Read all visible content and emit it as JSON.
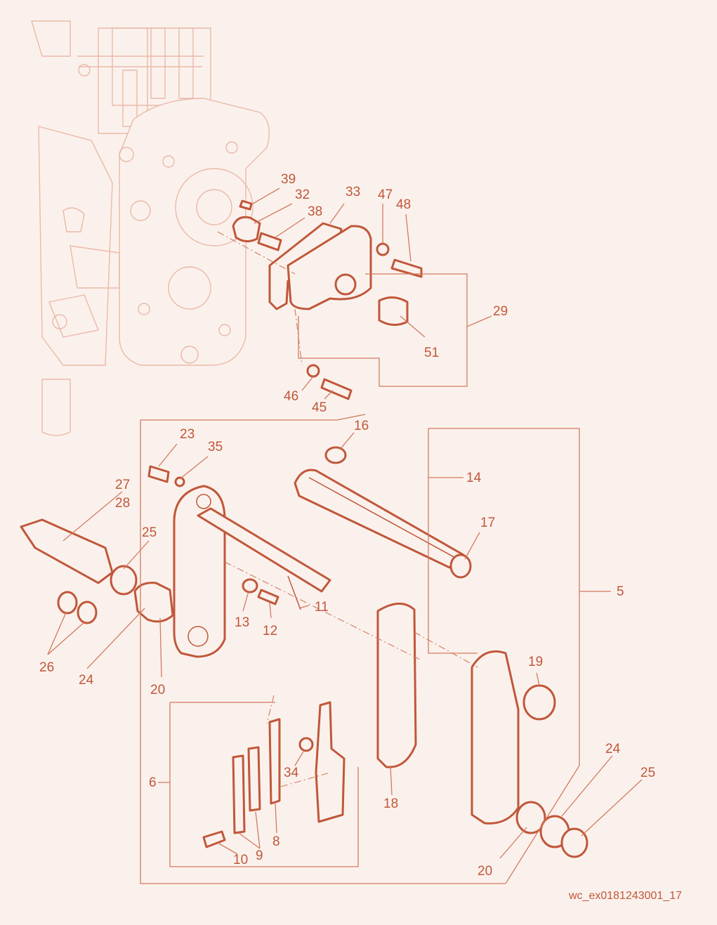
{
  "diagram": {
    "reference_code": "wc_ex0181243001_17",
    "callouts": [
      {
        "id": "c39",
        "text": "39"
      },
      {
        "id": "c32",
        "text": "32"
      },
      {
        "id": "c38",
        "text": "38"
      },
      {
        "id": "c33",
        "text": "33"
      },
      {
        "id": "c47",
        "text": "47"
      },
      {
        "id": "c48",
        "text": "48"
      },
      {
        "id": "c29",
        "text": "29"
      },
      {
        "id": "c51",
        "text": "51"
      },
      {
        "id": "c46",
        "text": "46"
      },
      {
        "id": "c45",
        "text": "45"
      },
      {
        "id": "c23",
        "text": "23"
      },
      {
        "id": "c35",
        "text": "35"
      },
      {
        "id": "c16",
        "text": "16"
      },
      {
        "id": "c14",
        "text": "14"
      },
      {
        "id": "c27",
        "text": "27"
      },
      {
        "id": "c28",
        "text": "28"
      },
      {
        "id": "c25a",
        "text": "25"
      },
      {
        "id": "c17",
        "text": "17"
      },
      {
        "id": "c5",
        "text": "5"
      },
      {
        "id": "c13",
        "text": "13"
      },
      {
        "id": "c11",
        "text": "11"
      },
      {
        "id": "c12",
        "text": "12"
      },
      {
        "id": "c26",
        "text": "26"
      },
      {
        "id": "c24a",
        "text": "24"
      },
      {
        "id": "c20a",
        "text": "20"
      },
      {
        "id": "c19",
        "text": "19"
      },
      {
        "id": "c6",
        "text": "6"
      },
      {
        "id": "c34",
        "text": "34"
      },
      {
        "id": "c18",
        "text": "18"
      },
      {
        "id": "c8",
        "text": "8"
      },
      {
        "id": "c9",
        "text": "9"
      },
      {
        "id": "c10",
        "text": "10"
      },
      {
        "id": "c24b",
        "text": "24"
      },
      {
        "id": "c25b",
        "text": "25"
      },
      {
        "id": "c20b",
        "text": "20"
      }
    ]
  }
}
